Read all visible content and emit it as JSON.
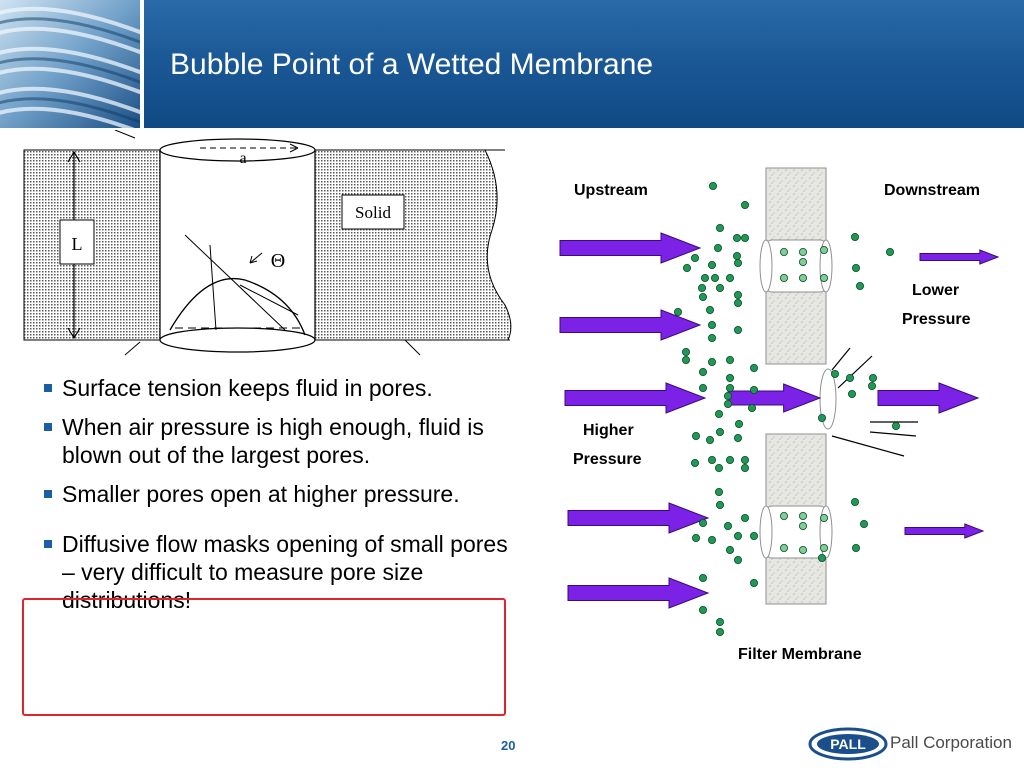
{
  "title": "Bubble Point of a Wetted Membrane",
  "pore_diagram": {
    "radius_label": "a",
    "length_label": "L",
    "solid_label": "Solid",
    "angle_label": "Θ"
  },
  "membrane_diagram": {
    "upstream": "Upstream",
    "downstream": "Downstream",
    "lower_pressure_line1": "Lower",
    "lower_pressure_line2": "Pressure",
    "higher_pressure_line1": "Higher",
    "higher_pressure_line2": "Pressure",
    "filter_membrane": "Filter Membrane",
    "arrow_color": "#7b22e6",
    "dot_color": "#1f9a55",
    "dot_light_color": "#7fcf95"
  },
  "bullets": [
    "Surface tension keeps fluid in pores.",
    "When air pressure is high enough, fluid is blown out of the largest pores.",
    "Smaller pores open at higher pressure.",
    "Diffusive flow masks opening of small pores – very difficult to measure pore size distributions!"
  ],
  "footer": {
    "page_number": "20",
    "logo_text": "PALL",
    "company": "Pall Corporation"
  },
  "colors": {
    "header_blue": "#1b5896",
    "bullet_blue": "#1b5fa0",
    "highlight_red": "#e0242a"
  }
}
